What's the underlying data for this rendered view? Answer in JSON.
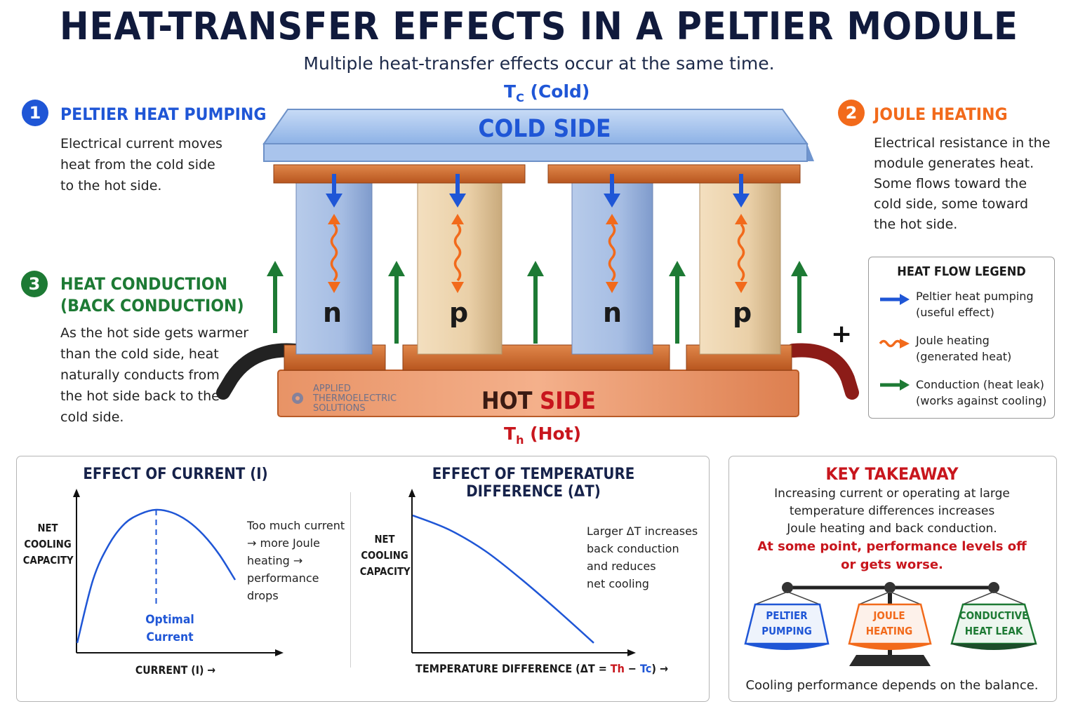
{
  "title": "HEAT-TRANSFER EFFECTS IN A PELTIER MODULE",
  "subtitle": "Multiple heat-transfer effects occur at the same time.",
  "colors": {
    "peltier": "#1f56d6",
    "joule": "#f26a1b",
    "conduction": "#1d7a34",
    "hot": "#c8161d",
    "dark": "#101a3c"
  },
  "sections": {
    "peltier": {
      "number": "1",
      "title": "PELTIER HEAT PUMPING",
      "lines": [
        "Electrical current moves",
        "heat from the cold side",
        "to the hot side."
      ]
    },
    "joule": {
      "number": "2",
      "title": "JOULE HEATING",
      "lines": [
        "Electrical resistance in the",
        "module generates heat.",
        "Some flows toward the",
        "cold side, some toward",
        "the hot side."
      ]
    },
    "conduction": {
      "number": "3",
      "title_lines": [
        "HEAT CONDUCTION",
        "(BACK CONDUCTION)"
      ],
      "lines": [
        "As the hot side gets warmer",
        "than the cold side, heat",
        "naturally conducts from",
        "the hot side back to the",
        "cold side."
      ]
    }
  },
  "module": {
    "tc_label": "T",
    "tc_sub": "C",
    "tc_suffix": " (Cold)",
    "cold_side": "COLD SIDE",
    "hot_word": "HOT",
    "side_word": "SIDE",
    "th_label": "T",
    "th_sub": "h",
    "th_suffix": " (Hot)",
    "legs": [
      "n",
      "p",
      "n",
      "p"
    ],
    "plus": "+",
    "watermark": [
      "APPLIED",
      "THERMOELECTRIC",
      "SOLUTIONS"
    ]
  },
  "legend": {
    "title": "HEAT FLOW LEGEND",
    "items": [
      {
        "lines": [
          "Peltier heat pumping",
          "(useful effect)"
        ],
        "icon": "blue-arrow-icon"
      },
      {
        "lines": [
          "Joule heating",
          "(generated heat)"
        ],
        "icon": "orange-wavy-arrow-icon"
      },
      {
        "lines": [
          "Conduction (heat leak)",
          "(works against cooling)"
        ],
        "icon": "green-arrow-icon"
      }
    ]
  },
  "chart_data": [
    {
      "type": "line",
      "title": "EFFECT OF CURRENT (I)",
      "ylabel": "NET COOLING CAPACITY",
      "xlabel": "CURRENT (I) →",
      "x": [
        0,
        0.1,
        0.2,
        0.3,
        0.4,
        0.5,
        0.6,
        0.7,
        0.8,
        0.9,
        1.0
      ],
      "values": [
        0.05,
        0.5,
        0.75,
        0.9,
        0.97,
        1.0,
        0.98,
        0.92,
        0.82,
        0.68,
        0.5
      ],
      "annotation_optimal": "Optimal Current",
      "optimal_x": 0.5,
      "note": [
        "Too much current",
        "→ more Joule",
        "heating →",
        "performance",
        "drops"
      ]
    },
    {
      "type": "line",
      "title": "EFFECT OF TEMPERATURE DIFFERENCE (ΔT)",
      "ylabel": "NET COOLING CAPACITY",
      "xlabel": "TEMPERATURE DIFFERENCE (ΔT = Th − Tc) →",
      "x": [
        0,
        0.2,
        0.4,
        0.6,
        0.8,
        1.0
      ],
      "values": [
        0.95,
        0.85,
        0.7,
        0.5,
        0.28,
        0.05
      ],
      "note": [
        "Larger ΔT increases",
        "back conduction",
        "and reduces",
        "net cooling"
      ]
    }
  ],
  "chart_text": {
    "current_title": "EFFECT OF CURRENT (I)",
    "current_ylabel": [
      "NET",
      "COOLING",
      "CAPACITY"
    ],
    "current_xlabel": "CURRENT (I) →",
    "optimal": [
      "Optimal",
      "Current"
    ],
    "current_note": [
      "Too much current",
      "→ more Joule",
      "heating →",
      "performance",
      "drops"
    ],
    "dt_title": "EFFECT OF TEMPERATURE DIFFERENCE (ΔT)",
    "dt_ylabel": [
      "NET",
      "COOLING",
      "CAPACITY"
    ],
    "dt_xlabel_a": "TEMPERATURE DIFFERENCE (ΔT = ",
    "dt_xlabel_th": "Th",
    "dt_xlabel_minus": " − ",
    "dt_xlabel_tc": "Tc",
    "dt_xlabel_b": ") →",
    "dt_note": [
      "Larger ΔT increases",
      "back conduction",
      "and reduces",
      "net cooling"
    ]
  },
  "takeaway": {
    "title": "KEY TAKEAWAY",
    "lines": [
      "Increasing current or operating at large",
      "temperature differences increases",
      "Joule heating and back conduction."
    ],
    "red_lines": [
      "At some point, performance levels off",
      "or gets worse."
    ],
    "pans": [
      {
        "lines": [
          "PELTIER",
          "PUMPING"
        ],
        "color": "#1f56d6"
      },
      {
        "lines": [
          "JOULE",
          "HEATING"
        ],
        "color": "#f26a1b"
      },
      {
        "lines": [
          "CONDUCTIVE",
          "HEAT LEAK"
        ],
        "color": "#1d7a34"
      }
    ],
    "footer": "Cooling performance depends on the balance."
  }
}
